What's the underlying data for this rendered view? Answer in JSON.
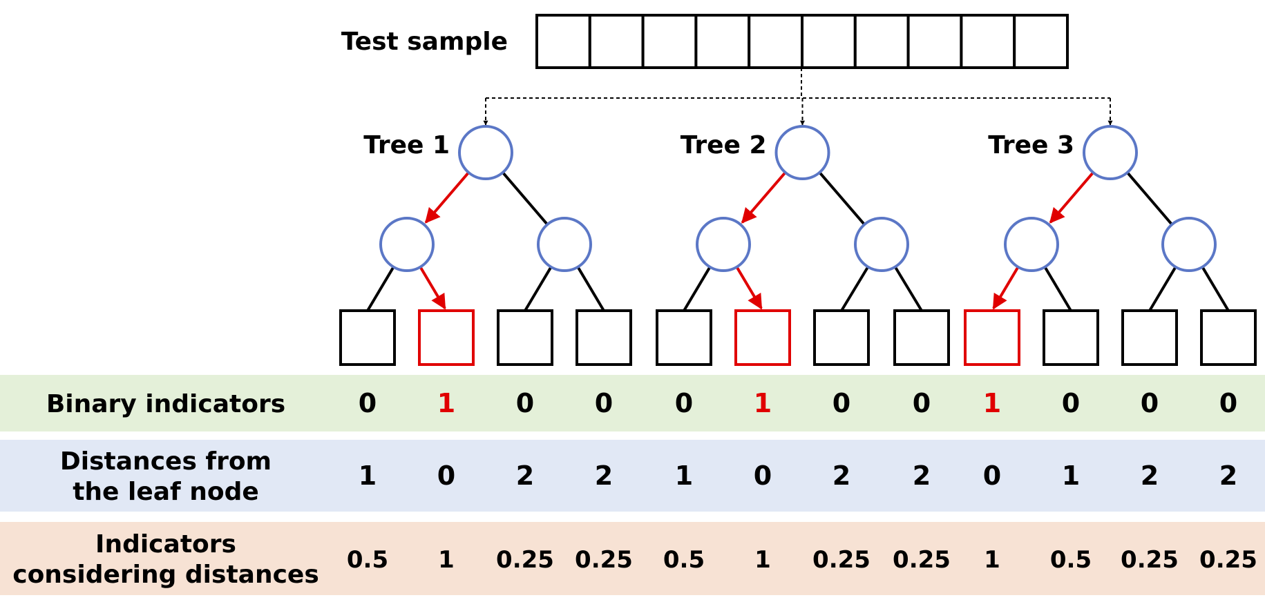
{
  "test_sample": {
    "label": "Test sample",
    "cell_count": 10
  },
  "trees": [
    {
      "label": "Tree 1",
      "path": [
        "left",
        "right"
      ]
    },
    {
      "label": "Tree 2",
      "path": [
        "left",
        "right"
      ]
    },
    {
      "label": "Tree 3",
      "path": [
        "left",
        "left"
      ]
    }
  ],
  "rows": [
    {
      "key": "binary",
      "label_lines": [
        "Binary indicators"
      ],
      "values": [
        "0",
        "1",
        "0",
        "0",
        "0",
        "1",
        "0",
        "0",
        "1",
        "0",
        "0",
        "0"
      ]
    },
    {
      "key": "distances",
      "label_lines": [
        "Distances from",
        "the leaf node"
      ],
      "values": [
        "1",
        "0",
        "2",
        "2",
        "1",
        "0",
        "2",
        "2",
        "0",
        "1",
        "2",
        "2"
      ]
    },
    {
      "key": "weighted",
      "label_lines": [
        "Indicators",
        "considering distances"
      ],
      "values": [
        "0.5",
        "1",
        "0.25",
        "0.25",
        "0.5",
        "1",
        "0.25",
        "0.25",
        "1",
        "0.5",
        "0.25",
        "0.25"
      ]
    }
  ],
  "colors": {
    "node_stroke": "#5b77c6",
    "active_path": "#e00000",
    "edge": "#000000",
    "binary_row_bg": "#e4f0d9",
    "distance_row_bg": "#e1e8f5",
    "weighted_row_bg": "#f7e2d4"
  }
}
